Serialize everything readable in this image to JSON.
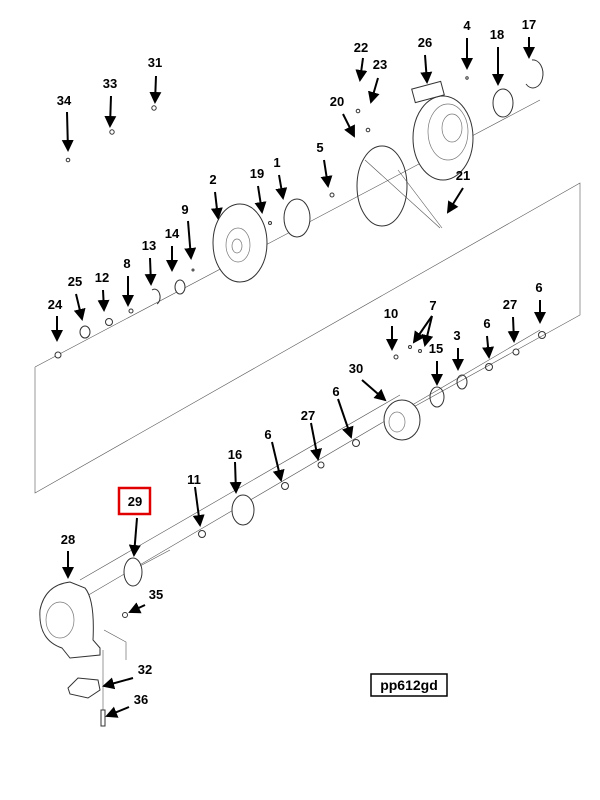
{
  "diagram": {
    "title_code": "pp612gd",
    "highlighted_callout": "29",
    "highlight_color": "#e00000",
    "callouts": {
      "c34": "34",
      "c33": "33",
      "c31": "31",
      "c22": "22",
      "c23": "23",
      "c26": "26",
      "c4": "4",
      "c18": "18",
      "c17": "17",
      "c20": "20",
      "c5": "5",
      "c19": "19",
      "c1": "1",
      "c2": "2",
      "c21": "21",
      "c9": "9",
      "c14": "14",
      "c13": "13",
      "c8": "8",
      "c12": "12",
      "c25": "25",
      "c24": "24",
      "c10": "10",
      "c7": "7",
      "c15": "15",
      "c3": "3",
      "c6a": "6",
      "c27a": "27",
      "c6b": "6",
      "c30": "30",
      "c6c": "6",
      "c27b": "27",
      "c6d": "6",
      "c16": "16",
      "c11": "11",
      "c29": "29",
      "c28": "28",
      "c35": "35",
      "c32": "32",
      "c36": "36"
    }
  }
}
